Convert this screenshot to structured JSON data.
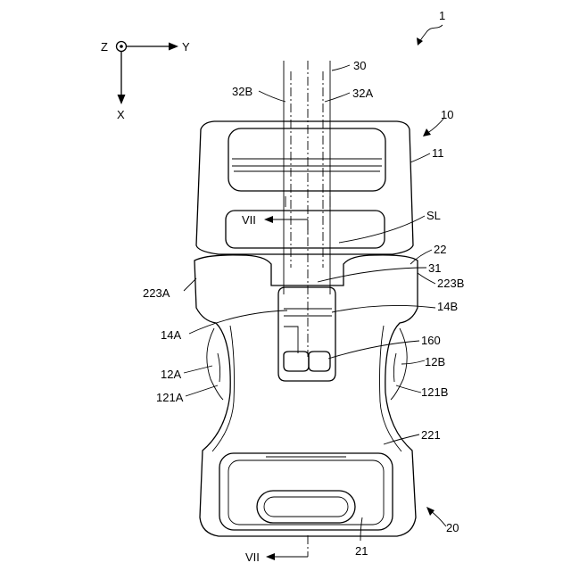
{
  "axes": {
    "z": "Z",
    "y": "Y",
    "x": "X"
  },
  "labels": {
    "fig": "1",
    "l30": "30",
    "l32B": "32B",
    "l32A": "32A",
    "l10": "10",
    "l11": "11",
    "lVIIt": "VII",
    "lSL": "SL",
    "l22": "22",
    "l31": "31",
    "l223A": "223A",
    "l223B": "223B",
    "l14B": "14B",
    "l14A": "14A",
    "l160": "160",
    "l12A": "12A",
    "l12B": "12B",
    "l121A": "121A",
    "l121B": "121B",
    "l221": "221",
    "l20": "20",
    "l21": "21",
    "lVIIb": "VII"
  }
}
